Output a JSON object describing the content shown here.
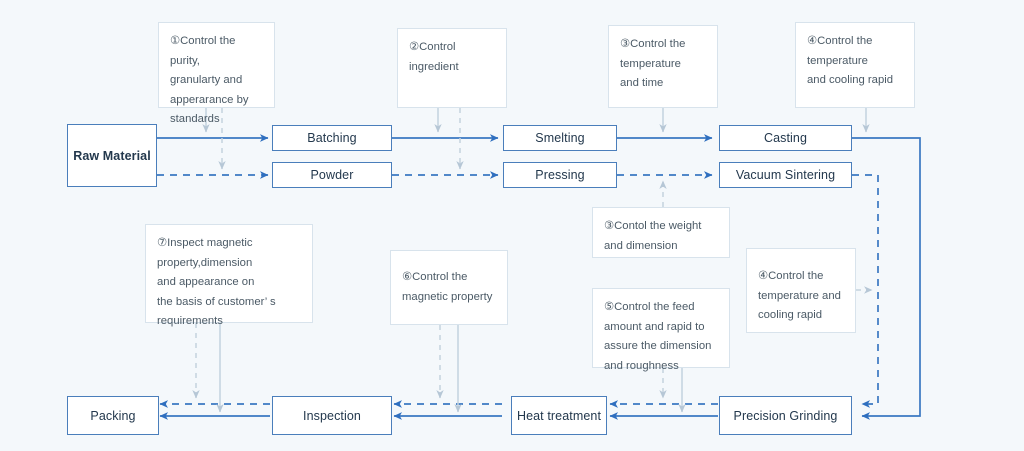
{
  "diagram": {
    "title": "Magnet Manufacturing Process Flow Chart",
    "colors": {
      "background": "#f4f8fb",
      "process_border": "#4a7ebb",
      "flow_line": "#3a78c2",
      "note_border": "#d8e3ec",
      "annotation_line": "#b9c8d6",
      "text": "#23384d"
    },
    "processes": [
      {
        "id": "raw-material",
        "label": "Raw Material"
      },
      {
        "id": "batching",
        "label": "Batching"
      },
      {
        "id": "powder",
        "label": "Powder"
      },
      {
        "id": "smelting",
        "label": "Smelting"
      },
      {
        "id": "pressing",
        "label": "Pressing"
      },
      {
        "id": "casting",
        "label": "Casting"
      },
      {
        "id": "vacuum-sintering",
        "label": "Vacuum Sintering"
      },
      {
        "id": "precision-grinding",
        "label": "Precision Grinding"
      },
      {
        "id": "heat-treatment",
        "label": "Heat treatment"
      },
      {
        "id": "inspection",
        "label": "Inspection"
      },
      {
        "id": "packing",
        "label": "Packing"
      }
    ],
    "notes": [
      {
        "id": "note-1",
        "lines": [
          "①Control the purity,",
          "granularty and",
          "apperarance by",
          "standards"
        ]
      },
      {
        "id": "note-2",
        "lines": [
          "②Control",
          "ingredient"
        ]
      },
      {
        "id": "note-3-top",
        "lines": [
          "③Control the",
          "temperature",
          "and time"
        ]
      },
      {
        "id": "note-4-top",
        "lines": [
          "④Control the",
          "temperature",
          "and cooling rapid"
        ]
      },
      {
        "id": "note-3-mid",
        "lines": [
          "③Contol the weight",
          "and dimension"
        ]
      },
      {
        "id": "note-4-right",
        "lines": [
          "④Control the",
          "temperature and",
          "cooling rapid"
        ]
      },
      {
        "id": "note-5",
        "lines": [
          "⑤Control the feed",
          "amount and rapid to",
          "assure the dimension",
          "and roughness"
        ]
      },
      {
        "id": "note-6",
        "lines": [
          "⑥Control the",
          "magnetic property"
        ]
      },
      {
        "id": "note-7",
        "lines": [
          "⑦Inspect magnetic",
          "property,dimension",
          "and appearance on",
          "the basis of customer’  s",
          "requirements"
        ]
      }
    ]
  }
}
